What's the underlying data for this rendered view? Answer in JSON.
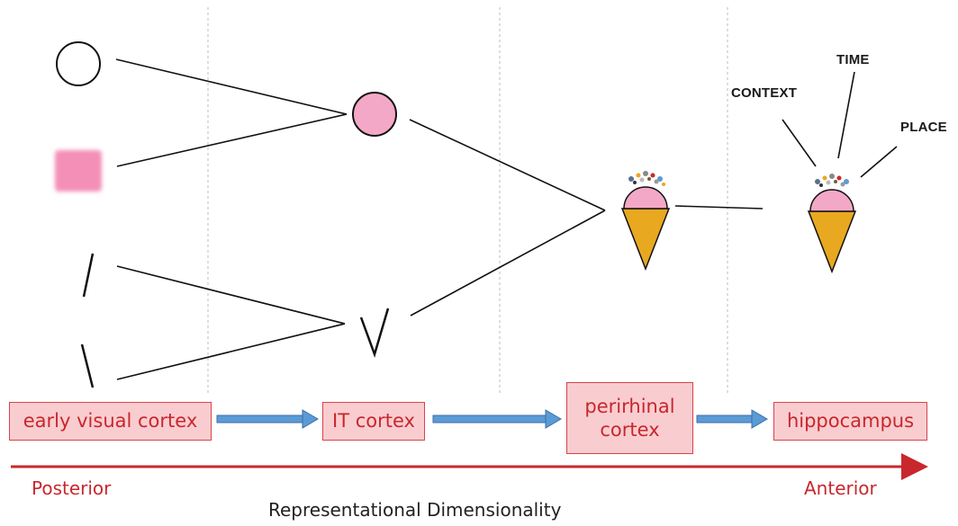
{
  "regions": {
    "early_visual": "early visual cortex",
    "it": "IT cortex",
    "perirhinal_line1": "perirhinal",
    "perirhinal_line2": "cortex",
    "hippocampus": "hippocampus"
  },
  "axis": {
    "left": "Posterior",
    "right": "Anterior",
    "title": "Representational Dimensionality"
  },
  "tags": {
    "context": "CONTEXT",
    "time": "TIME",
    "place": "PLACE"
  },
  "colors": {
    "region_fill": "#f9cdd0",
    "region_border": "#d9434a",
    "region_text": "#c8272d",
    "arrow_blue": "#5b9bd5",
    "axis_red": "#c8272d",
    "pink": "#f4a8c8",
    "cone": "#e8a820"
  }
}
